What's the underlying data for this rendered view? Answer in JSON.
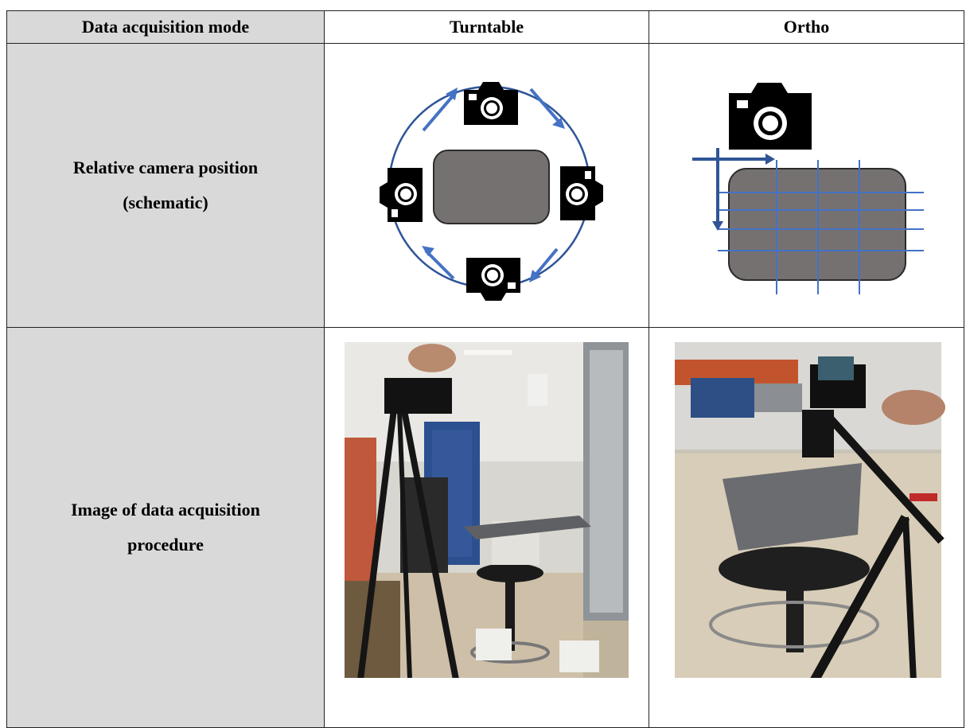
{
  "table": {
    "headers": [
      "Data acquisition mode",
      "Turntable",
      "Ortho"
    ],
    "rows": [
      {
        "label_line1": "Relative camera position",
        "label_line2": "(schematic)"
      },
      {
        "label_line1": "Image of data acquisition",
        "label_line2": "procedure"
      }
    ]
  },
  "colors": {
    "header_fill": "#d9d9d9",
    "object_fill": "#767171",
    "arrow_blue": "#4472c4",
    "circle_stroke": "#2f5597",
    "camera_fill": "#000000"
  },
  "icons": [
    "camera-icon",
    "arrow-icon"
  ]
}
